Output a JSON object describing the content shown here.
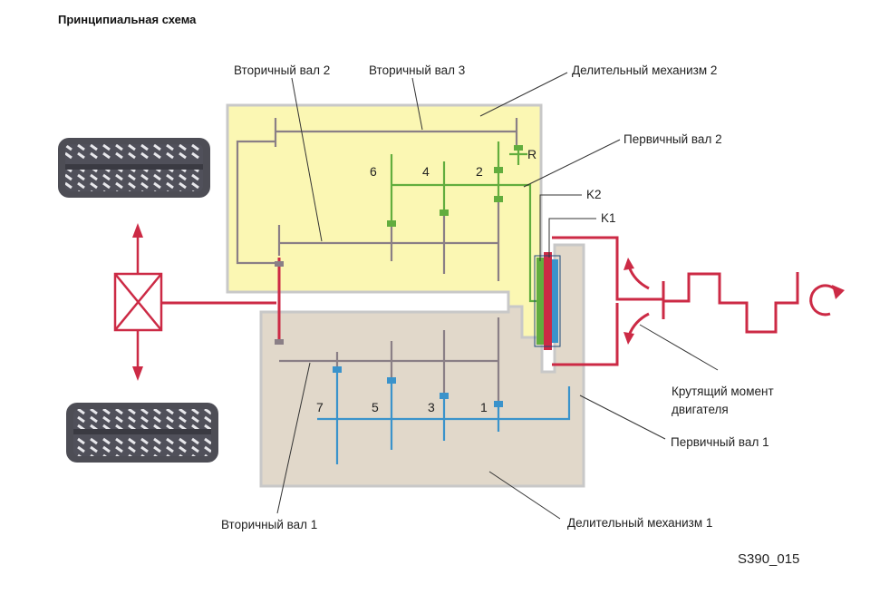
{
  "title": "Принципиальная схема",
  "figure_code": "S390_015",
  "labels": {
    "secondary_shaft_2": "Вторичный вал 2",
    "secondary_shaft_3": "Вторичный вал 3",
    "differential_2": "Делительный механизм 2",
    "primary_shaft_2": "Первичный вал 2",
    "clutch_k2": "K2",
    "clutch_k1": "K1",
    "engine_torque_line1": "Крутящий момент",
    "engine_torque_line2": "двигателя",
    "primary_shaft_1": "Первичный вал 1",
    "secondary_shaft_1": "Вторичный вал 1",
    "differential_1": "Делительный механизм 1"
  },
  "gears": {
    "g6": "6",
    "g4": "4",
    "g2": "2",
    "gR": "R",
    "g7": "7",
    "g5": "5",
    "g3": "3",
    "g1": "1"
  },
  "colors": {
    "upper_housing": "#fbf7b3",
    "lower_housing": "#e1d8ca",
    "housing_border": "#c8c8c8",
    "shaft_grey": "#8a7f86",
    "primary_2_green": "#62ad3e",
    "primary_1_blue": "#3a93cb",
    "output_red": "#cc2a45",
    "tyre_dark": "#4d4d55"
  },
  "icons": {
    "tyres": "tyre-icon",
    "differential": "crossed-box-icon",
    "engine": "crankshaft-icon",
    "rotation": "rotation-arrow-icon"
  }
}
